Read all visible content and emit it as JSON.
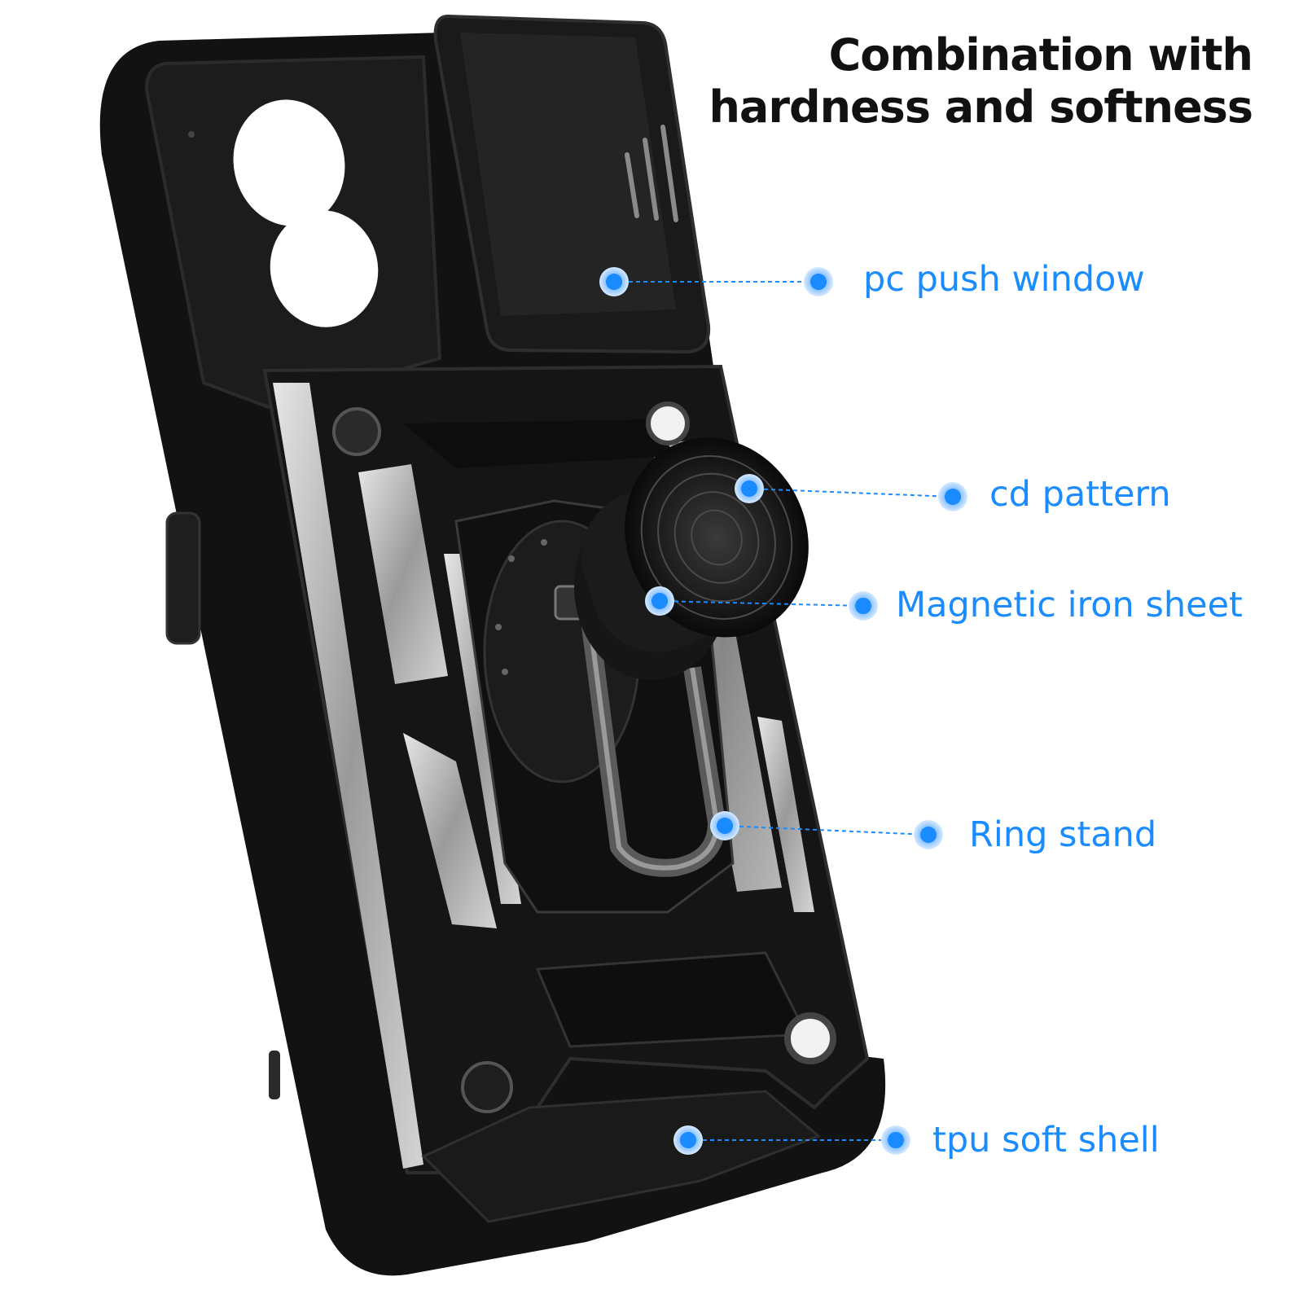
{
  "title": {
    "line1": "Combination with",
    "line2": "hardness and softness"
  },
  "callouts": [
    {
      "id": "pc-push-window",
      "label": "pc push window"
    },
    {
      "id": "cd-pattern",
      "label": "cd pattern"
    },
    {
      "id": "magnetic-iron-sheet",
      "label": "Magnetic iron sheet"
    },
    {
      "id": "ring-stand",
      "label": "Ring stand"
    },
    {
      "id": "tpu-soft-shell",
      "label": "tpu soft shell"
    }
  ],
  "colors": {
    "accent": "#1a8cff",
    "case": "#111111",
    "silver": "#b8b8b8",
    "background": "#ffffff"
  }
}
